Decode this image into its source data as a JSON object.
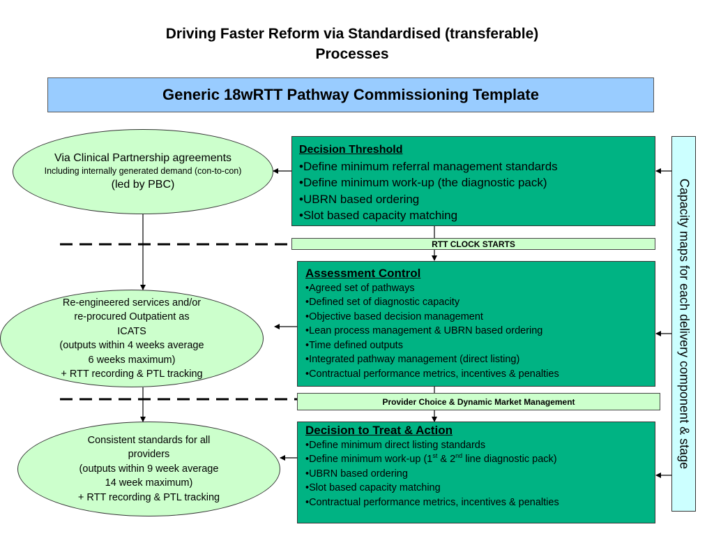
{
  "title": {
    "line1": "Driving Faster Reform via Standardised (transferable)",
    "line2": "Processes"
  },
  "template_bar": "Generic 18wRTT Pathway Commissioning Template",
  "decision_threshold": {
    "header": "Decision Threshold",
    "items": [
      "•Define minimum referral management standards",
      "•Define minimum work-up (the diagnostic pack)",
      "•UBRN based ordering",
      "•Slot based capacity matching"
    ]
  },
  "rtt_clock": "RTT CLOCK STARTS",
  "assessment_control": {
    "header": "Assessment Control",
    "items": [
      "•Agreed set of pathways",
      "•Defined set of diagnostic capacity",
      "•Objective based decision management",
      "•Lean process management & UBRN based ordering",
      "•Time defined outputs",
      "•Integrated pathway management (direct listing)",
      "•Contractual performance metrics, incentives & penalties"
    ]
  },
  "provider_choice": "Provider Choice & Dynamic Market Management",
  "decision_to_treat": {
    "header": "Decision to Treat & Action",
    "items": [
      "•Define minimum direct listing standards",
      "•UBRN based ordering",
      "•Slot based capacity matching",
      "•Contractual performance metrics, incentives & penalties"
    ],
    "workup": {
      "prefix": "•Define minimum work-up (1",
      "sup1": "st",
      "mid": " & 2",
      "sup2": "nd",
      "suffix": " line diagnostic pack)"
    }
  },
  "ellipse1": {
    "line1": "Via Clinical Partnership agreements",
    "line2": "Including internally generated demand (con-to-con)",
    "line3": "(led by PBC)"
  },
  "ellipse2": {
    "lines": [
      "Re-engineered services and/or",
      "re-procured Outpatient as",
      "ICATS",
      "(outputs within 4 weeks average",
      "6 weeks maximum)",
      "+ RTT recording & PTL tracking"
    ]
  },
  "ellipse3": {
    "lines": [
      "Consistent standards for all",
      "providers",
      "(outputs within 9 week average",
      "14 week maximum)",
      "+ RTT recording & PTL tracking"
    ]
  },
  "capacity_label": "Capacity maps for each  delivery component & stage",
  "colors": {
    "template_bar": "#99ccff",
    "green_box": "#00b383",
    "light_green": "#ccffcc",
    "capacity_box": "#ccffff"
  }
}
